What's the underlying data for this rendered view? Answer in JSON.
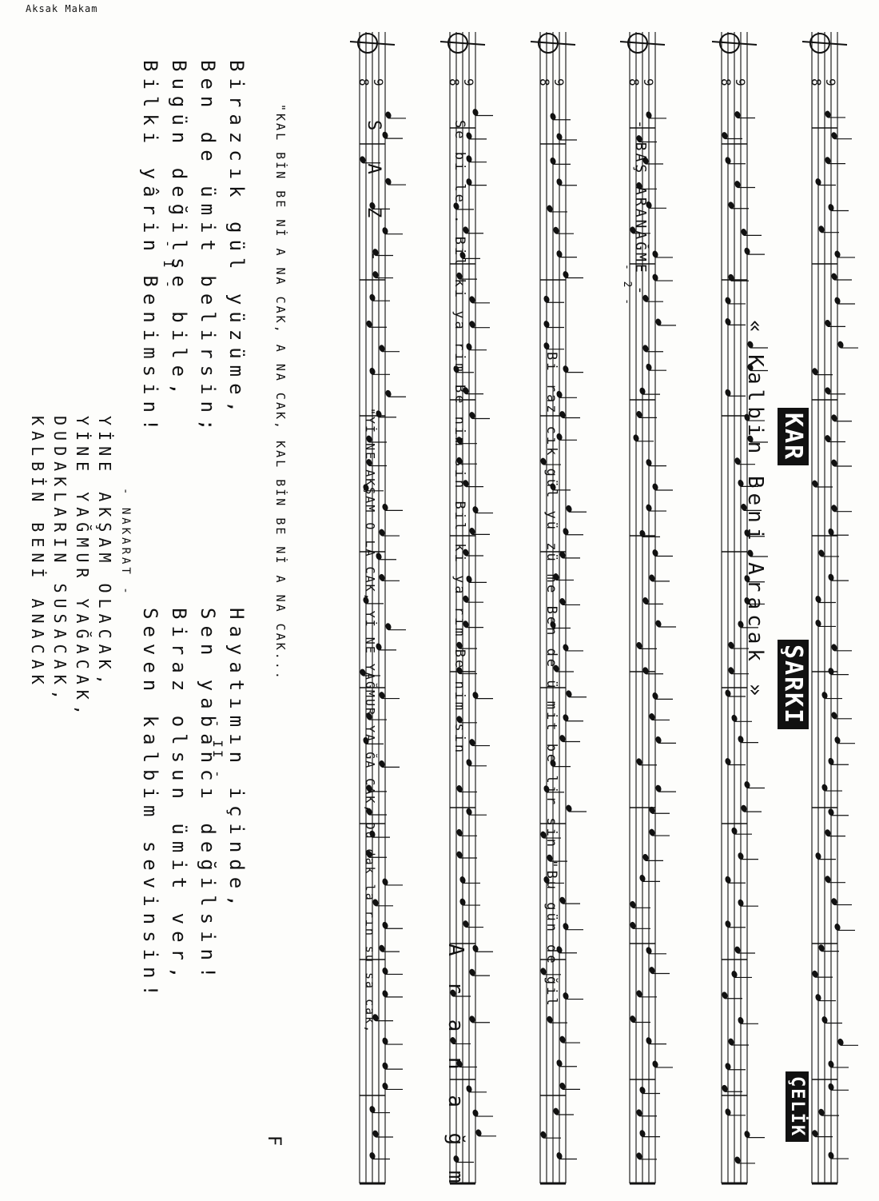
{
  "header": {
    "makam": "Aksak Makam",
    "tag": "KAR",
    "type": "ŞARKI",
    "title": "« Kalbin Beni Aracak »",
    "composer_stamp": "ÇELİK"
  },
  "staff_labels": {
    "intro": "- BAŞ ARANAĞME -",
    "intro_2": "- 2 -",
    "saz": "S A Z -",
    "aranagme": "A r a n a ğ m e",
    "time_sig": "9 8",
    "section_I": "- I -",
    "section_II": "- II -",
    "fine": "F"
  },
  "lyrics_under_staff": {
    "line1": "Bi raz cık gül yü zü me   Ben de ü mit be lir sin   \"Bu gün de ğil",
    "line2": "Se bi le..   Bil ki ya rim Be nim sin   Bil ki ya rim Be nim sin",
    "line3": "\"Yİ NE AKŞAM O LA CAK, Yİ NE YAĞMUR YA ĞA CAK, Du dak la rın su sa cak,",
    "line4": "\"KAL BİN BE Nİ A NA CAK, A NA CAK, KAL BİN BE Nİ A NA CAK..."
  },
  "verse_I": [
    "Birazcık gül yüzüme,",
    "Ben de ümit belirsin;",
    "Bugün değilse bile,",
    "Bilki yârin Benimsin!"
  ],
  "verse_II": [
    "Hayatımın içinde,",
    "Sen yabancı değilsin!",
    "Biraz olsun ümit ver,",
    "Seven kalbim sevinsin!"
  ],
  "nakarat_label": "- NAKARAT -",
  "nakarat": [
    "YİNE AKŞAM OLACAK,",
    "YİNE YAĞMUR YAĞACAK,",
    "DUDAKLARIN SUSACAK,",
    "KALBİN BENİ ANACAK"
  ]
}
